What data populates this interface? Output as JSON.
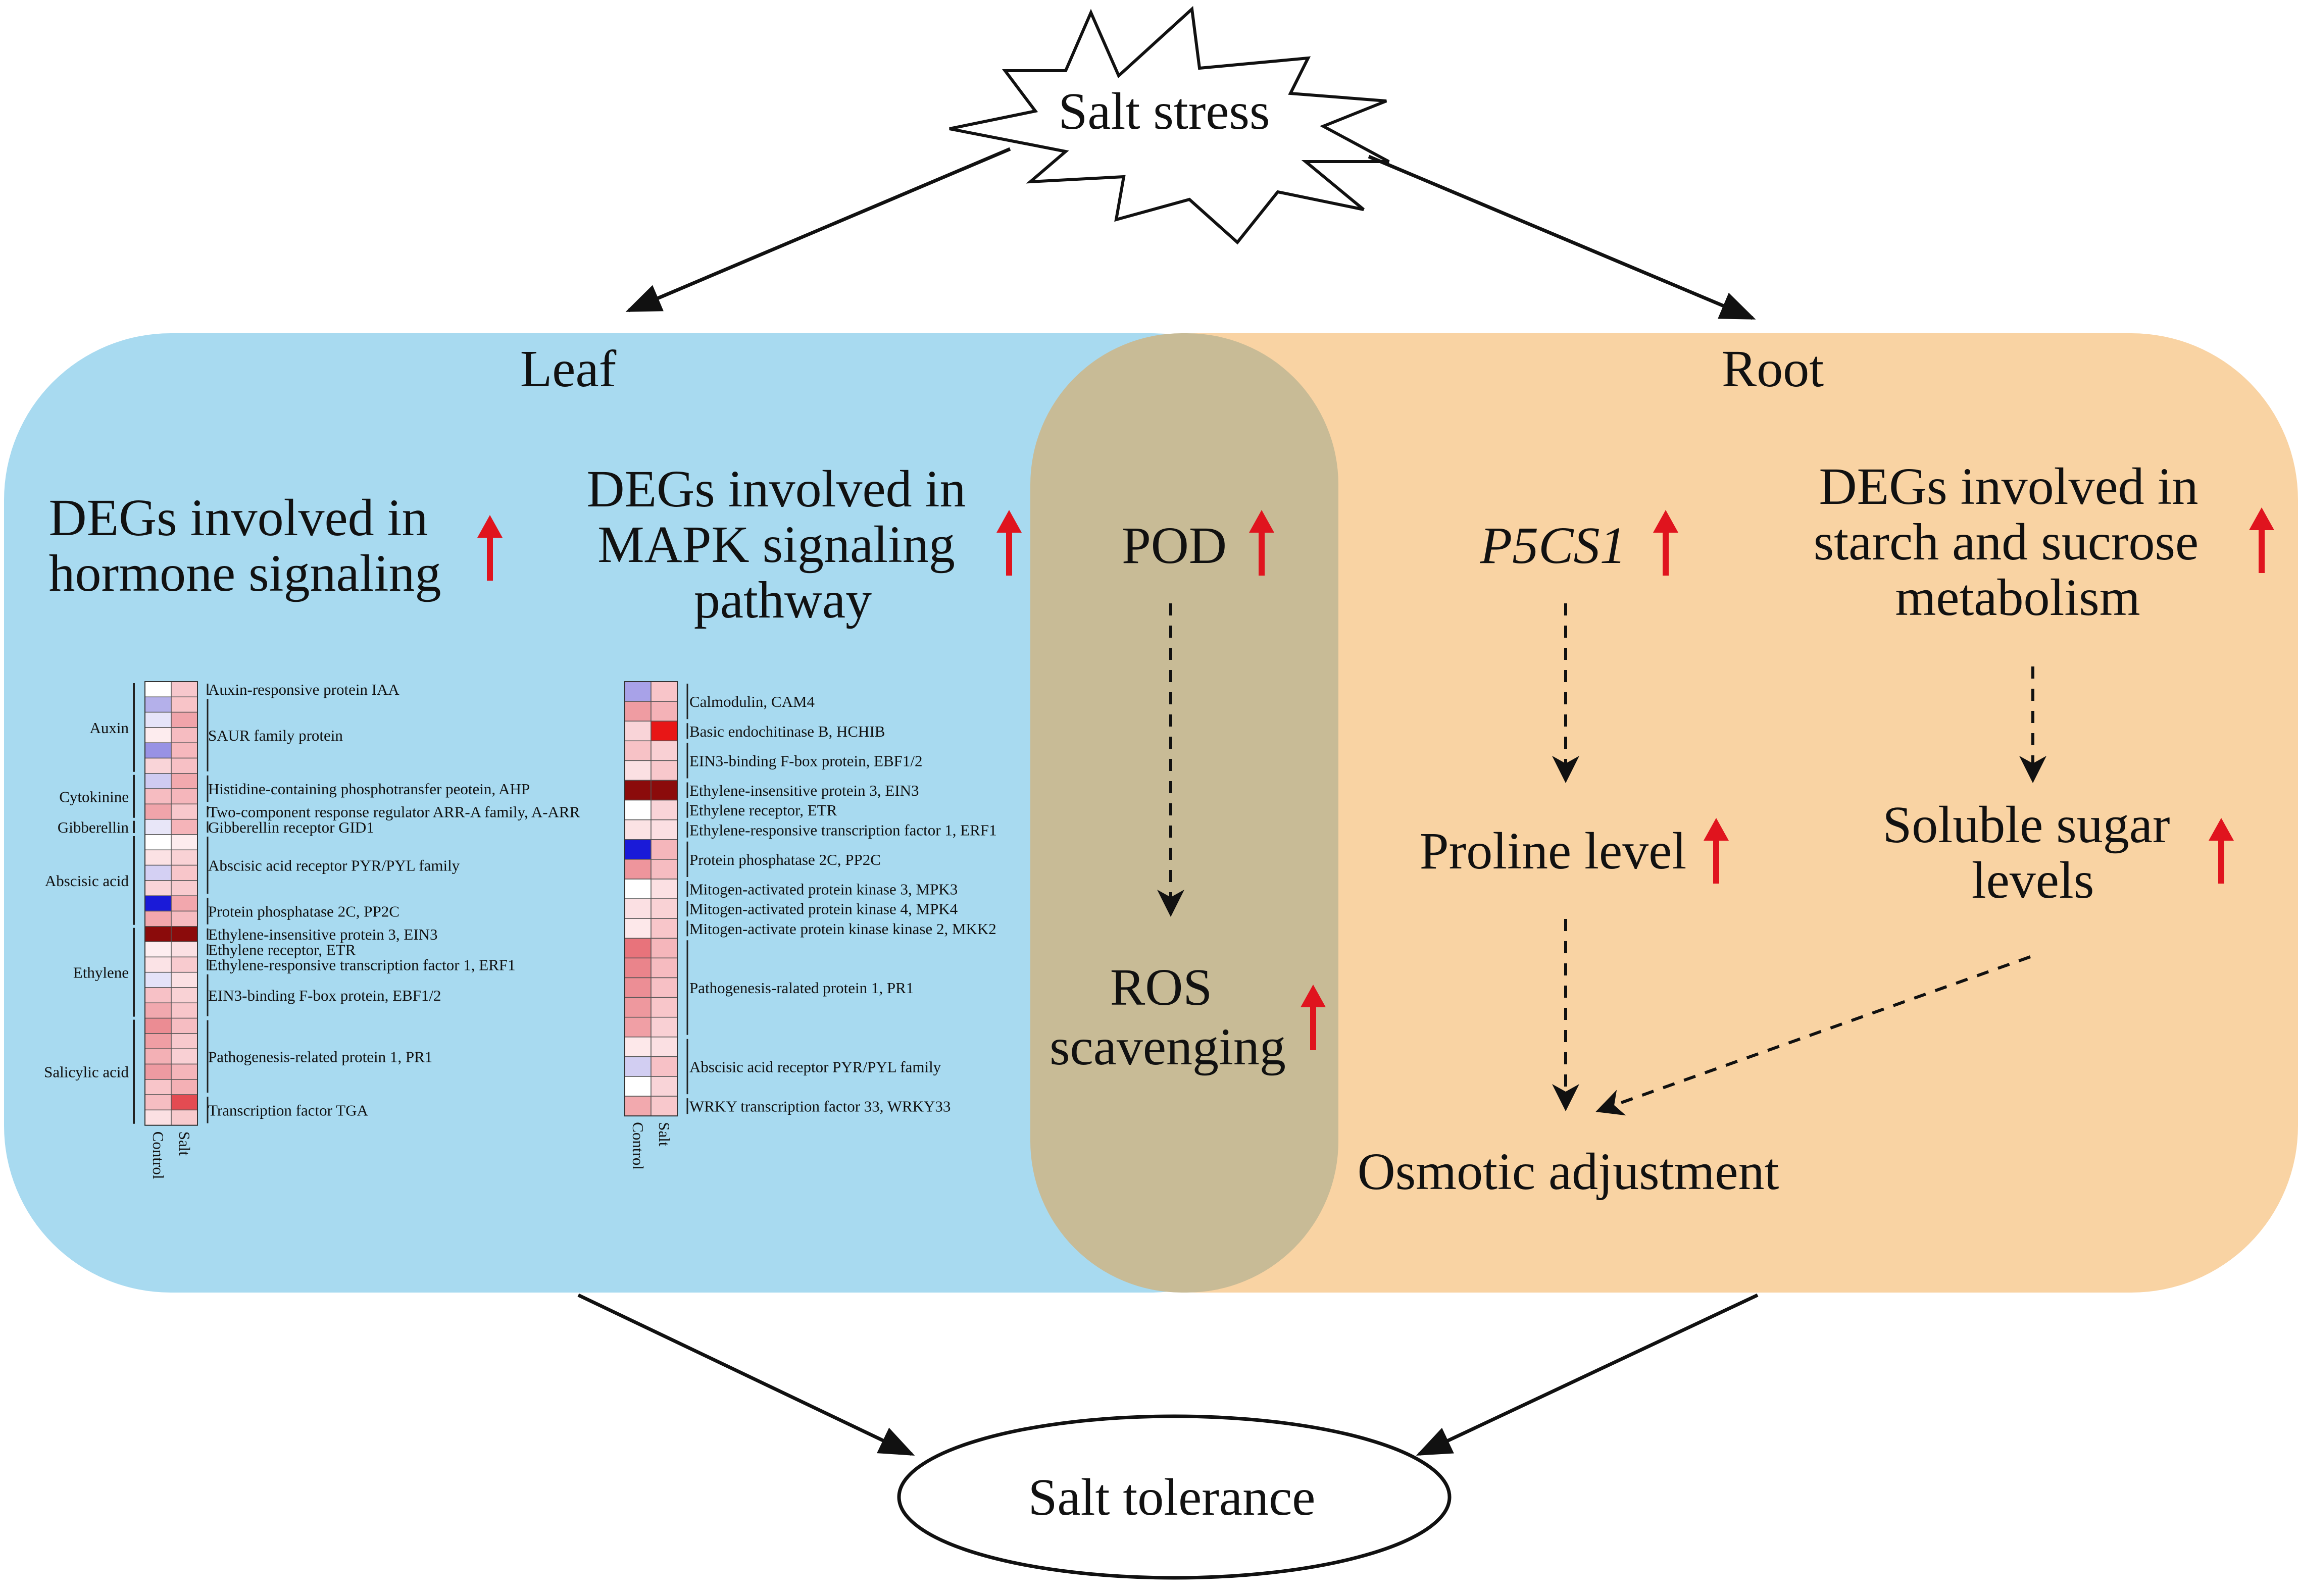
{
  "stress": "Salt stress",
  "tolerance": "Salt tolerance",
  "leaf": {
    "title": "Leaf",
    "hormone_heading": [
      "DEGs involved in",
      "hormone signaling"
    ],
    "mapk_heading": [
      "DEGs involved in",
      "MAPK signaling",
      "pathway"
    ]
  },
  "root": {
    "title": "Root",
    "p5cs1": "P5CS1",
    "starch_heading": [
      "DEGs involved in",
      "starch and sucrose",
      "metabolism"
    ],
    "proline": "Proline level",
    "sugar": [
      "Soluble sugar",
      "levels"
    ],
    "osmotic": "Osmotic adjustment"
  },
  "overlap": {
    "pod": "POD",
    "ros": [
      "ROS",
      "scavenging"
    ]
  },
  "colors": {
    "leaf_bg": "#a8daf0",
    "root_bg": "#f9d3a3",
    "overlap_bg": "#c8bb96",
    "up_arrow": "#e0141e"
  },
  "hormone_heatmap": {
    "columns": [
      "Control",
      "Salt"
    ],
    "groups": [
      {
        "name": "Auxin",
        "rows": 6
      },
      {
        "name": "Cytokinine",
        "rows": 3
      },
      {
        "name": "Gibberellin",
        "rows": 1
      },
      {
        "name": "Abscisic acid",
        "rows": 6
      },
      {
        "name": "Ethylene",
        "rows": 6
      },
      {
        "name": "Salicylic acid",
        "rows": 7
      }
    ],
    "labels": [
      {
        "text": "Auxin-responsive protein IAA",
        "start": 0,
        "end": 0
      },
      {
        "text": "SAUR family protein",
        "start": 1,
        "end": 5
      },
      {
        "text": "Histidine-containing phosphotransfer peotein, AHP",
        "start": 6,
        "end": 7
      },
      {
        "text": "Two-component response regulator ARR-A family, A-ARR",
        "start": 8,
        "end": 8
      },
      {
        "text": "Gibberellin receptor GID1",
        "start": 9,
        "end": 9
      },
      {
        "text": "Abscisic acid receptor PYR/PYL family",
        "start": 10,
        "end": 13
      },
      {
        "text": "Protein phosphatase 2C, PP2C",
        "start": 14,
        "end": 15
      },
      {
        "text": "Ethylene-insensitive protein 3, EIN3",
        "start": 16,
        "end": 16
      },
      {
        "text": "Ethylene receptor, ETR",
        "start": 17,
        "end": 17
      },
      {
        "text": "Ethylene-responsive transcription factor 1, ERF1",
        "start": 18,
        "end": 18
      },
      {
        "text": "EIN3-binding F-box protein, EBF1/2",
        "start": 19,
        "end": 21
      },
      {
        "text": "Pathogenesis-related protein 1, PR1",
        "start": 22,
        "end": 26
      },
      {
        "text": "Transcription factor TGA",
        "start": 27,
        "end": 28
      }
    ],
    "cells": [
      [
        "#ffffff",
        "#f7c7cc"
      ],
      [
        "#b4b0ea",
        "#f8c4c8"
      ],
      [
        "#e6e4f8",
        "#f0a4aa"
      ],
      [
        "#fdecee",
        "#f6bcc1"
      ],
      [
        "#9892e4",
        "#f6b8bd"
      ],
      [
        "#f9d4d8",
        "#f7c0c5"
      ],
      [
        "#cfcbf1",
        "#f2a9ae"
      ],
      [
        "#f6bcc1",
        "#f5b6bb"
      ],
      [
        "#f0a4aa",
        "#f8c8cc"
      ],
      [
        "#e8e6f8",
        "#f5b4b9"
      ],
      [
        "#ffffff",
        "#fdecee"
      ],
      [
        "#fbe2e4",
        "#f9d2d5"
      ],
      [
        "#d4d0f3",
        "#f8c6ca"
      ],
      [
        "#f9d4d8",
        "#f8cbcf"
      ],
      [
        "#1a1ad8",
        "#f2a7ad"
      ],
      [
        "#f2a7ad",
        "#f6bbc0"
      ],
      [
        "#8b0b0b",
        "#8b0b0b"
      ],
      [
        "#fdeef0",
        "#fbe0e3"
      ],
      [
        "#fbe3e6",
        "#f8cbcf"
      ],
      [
        "#e4e2f8",
        "#fbe0e3"
      ],
      [
        "#f7c1c6",
        "#f9d2d5"
      ],
      [
        "#f1a8ae",
        "#f8c6ca"
      ],
      [
        "#eb8c93",
        "#f6bdc2"
      ],
      [
        "#ef9ea4",
        "#f8c9cd"
      ],
      [
        "#f3b0b5",
        "#f9d0d4"
      ],
      [
        "#ee9aa1",
        "#f5b5ba"
      ],
      [
        "#f8c5c9",
        "#f4b0b5"
      ],
      [
        "#f6bdc2",
        "#e44b52"
      ],
      [
        "#fbe0e3",
        "#f8cacd"
      ]
    ]
  },
  "mapk_heatmap": {
    "columns": [
      "Control",
      "Salt"
    ],
    "labels": [
      {
        "text": "Calmodulin, CAM4",
        "start": 0,
        "end": 1
      },
      {
        "text": "Basic endochitinase B, HCHIB",
        "start": 2,
        "end": 2
      },
      {
        "text": "EIN3-binding F-box protein, EBF1/2",
        "start": 3,
        "end": 4
      },
      {
        "text": "Ethylene-insensitive protein 3, EIN3",
        "start": 5,
        "end": 5
      },
      {
        "text": "Ethylene receptor, ETR",
        "start": 6,
        "end": 6
      },
      {
        "text": "Ethylene-responsive transcription factor 1, ERF1",
        "start": 7,
        "end": 7
      },
      {
        "text": "Protein phosphatase 2C, PP2C",
        "start": 8,
        "end": 9
      },
      {
        "text": "Mitogen-activated protein kinase 3, MPK3",
        "start": 10,
        "end": 10
      },
      {
        "text": "Mitogen-activated protein kinase 4, MPK4",
        "start": 11,
        "end": 11
      },
      {
        "text": "Mitogen-activate protein kinase kinase 2, MKK2",
        "start": 12,
        "end": 12
      },
      {
        "text": "Pathogenesis-ralated protein 1, PR1",
        "start": 13,
        "end": 17
      },
      {
        "text": "Abscisic acid receptor PYR/PYL family",
        "start": 18,
        "end": 20
      },
      {
        "text": "WRKY transcription factor 33, WRKY33",
        "start": 21,
        "end": 21
      }
    ],
    "cells": [
      [
        "#a8a2e8",
        "#f8c5c9"
      ],
      [
        "#ef9ca2",
        "#f4b2b7"
      ],
      [
        "#f9d4d8",
        "#e81616"
      ],
      [
        "#f7c2c6",
        "#f9d0d4"
      ],
      [
        "#fbe0e3",
        "#f8c8cc"
      ],
      [
        "#8b0b0b",
        "#8b0b0b"
      ],
      [
        "#ffffff",
        "#f9d4d8"
      ],
      [
        "#fbe2e4",
        "#fbdfe2"
      ],
      [
        "#1a1ad8",
        "#f5b6bb"
      ],
      [
        "#ee959c",
        "#f6bcc1"
      ],
      [
        "#ffffff",
        "#fbe0e3"
      ],
      [
        "#fbe0e3",
        "#f9d2d5"
      ],
      [
        "#fde8ea",
        "#f8c6ca"
      ],
      [
        "#e8737b",
        "#f5b6bb"
      ],
      [
        "#ea848b",
        "#f6bbc0"
      ],
      [
        "#ec8e95",
        "#f7c0c5"
      ],
      [
        "#ee989e",
        "#f8c6ca"
      ],
      [
        "#f09fa5",
        "#f9d0d4"
      ],
      [
        "#fde8ea",
        "#fbe0e3"
      ],
      [
        "#d2cef2",
        "#f7c1c6"
      ],
      [
        "#ffffff",
        "#f9d4d8"
      ],
      [
        "#f2a9ae",
        "#f8c8cc"
      ]
    ]
  }
}
